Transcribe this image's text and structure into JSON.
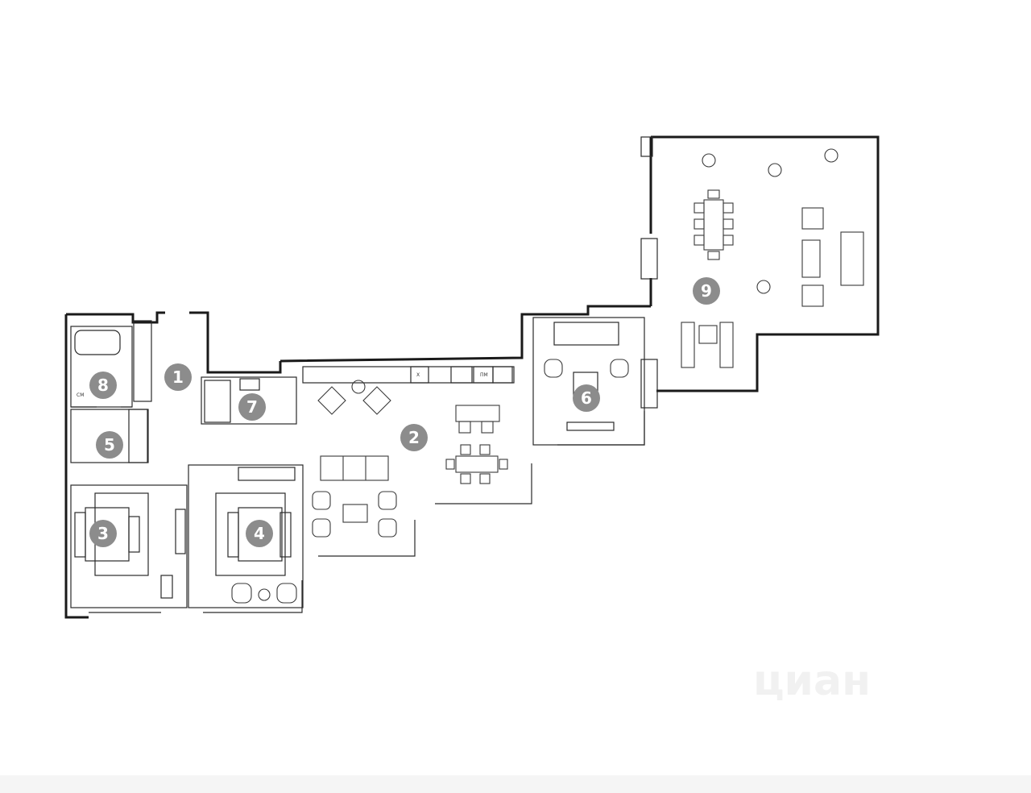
{
  "plan": {
    "rooms": [
      {
        "id": "room-1",
        "label": "1"
      },
      {
        "id": "room-2",
        "label": "2"
      },
      {
        "id": "room-3",
        "label": "3"
      },
      {
        "id": "room-4",
        "label": "4"
      },
      {
        "id": "room-5",
        "label": "5"
      },
      {
        "id": "room-6",
        "label": "6"
      },
      {
        "id": "room-7",
        "label": "7"
      },
      {
        "id": "room-8",
        "label": "8"
      },
      {
        "id": "room-9",
        "label": "9"
      }
    ],
    "appliance_labels": {
      "fridge": "Х",
      "dishwasher": "ПМ",
      "washer": "СМ"
    },
    "watermark": "циан"
  }
}
